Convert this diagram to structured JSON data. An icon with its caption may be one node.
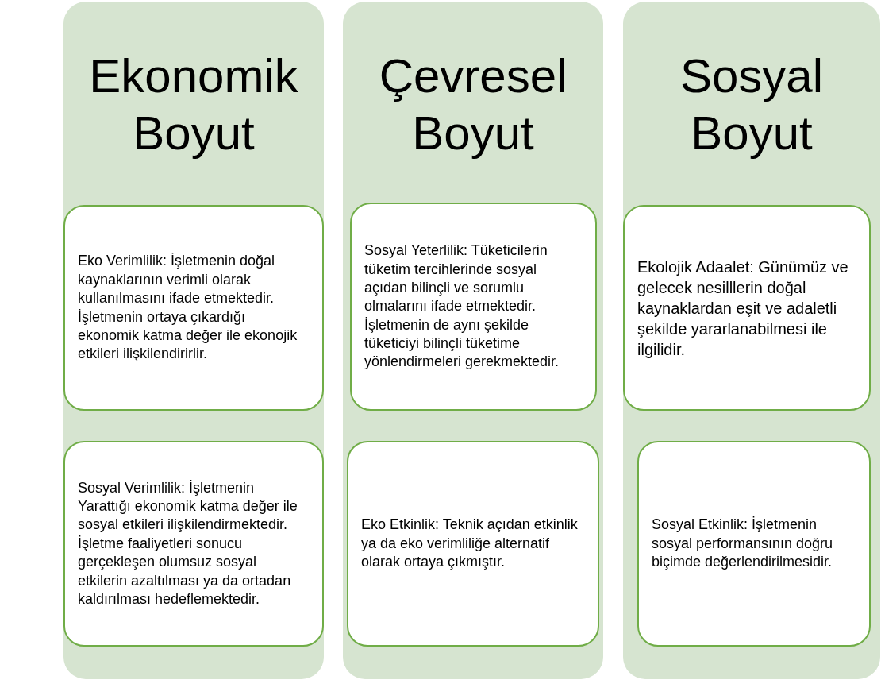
{
  "diagram": {
    "nodes": [
      {
        "text": [
          "Ekonomik Boyut"
        ]
      },
      {
        "text": [
          "Eko Verimlilik: İşletmenin doğal kaynaklarının verimli olarak kullanılmasını ifade etmektedir. İşletmenin ortaya çıkardığı ekonomik katma değer ile ekonojik etkileri ilişkilendirirlir."
        ],
        "in": 0
      },
      {
        "text": [
          "Sosyal Verimlilik: İşletmenin Yarattığı ekonomik katma değer ile sosyal etkileri ilişkilendirmektedir. İşletme faaliyetleri sonucu gerçekleşen olumsuz sosyal etkilerin azaltılması ya da ortadan kaldırılması hedeflemektedir."
        ],
        "in": 0
      },
      {
        "text": [
          "Çevresel Boyut"
        ]
      },
      {
        "text": [
          "Sosyal Yeterlilik: Tüketicilerin tüketim tercihlerinde sosyal açıdan bilinçli ve sorumlu olmalarını ifade etmektedir. İşletmenin de aynı şekilde tüketiciyi bilinçli tüketime yönlendirmeleri gerekmektedir."
        ],
        "in": 3
      },
      {
        "text": [
          "Eko Etkinlik: Teknik açıdan etkinlik ya da eko verimliliğe alternatif olarak ortaya çıkmıştır."
        ],
        "in": 3
      },
      {
        "text": [
          "Sosyal Boyut"
        ]
      },
      {
        "text": [
          "Ekolojik Adaalet: Günümüz ve gelecek nesilllerin doğal kaynaklardan eşit ve adaletli şekilde yararlanabilmesi ile ilgilidir."
        ],
        "in": 6
      },
      {
        "text": [
          "Sosyal Etkinlik: İşletmenin sosyal performansının doğru biçimde değerlendirilmesidir."
        ],
        "in": 6
      }
    ]
  }
}
